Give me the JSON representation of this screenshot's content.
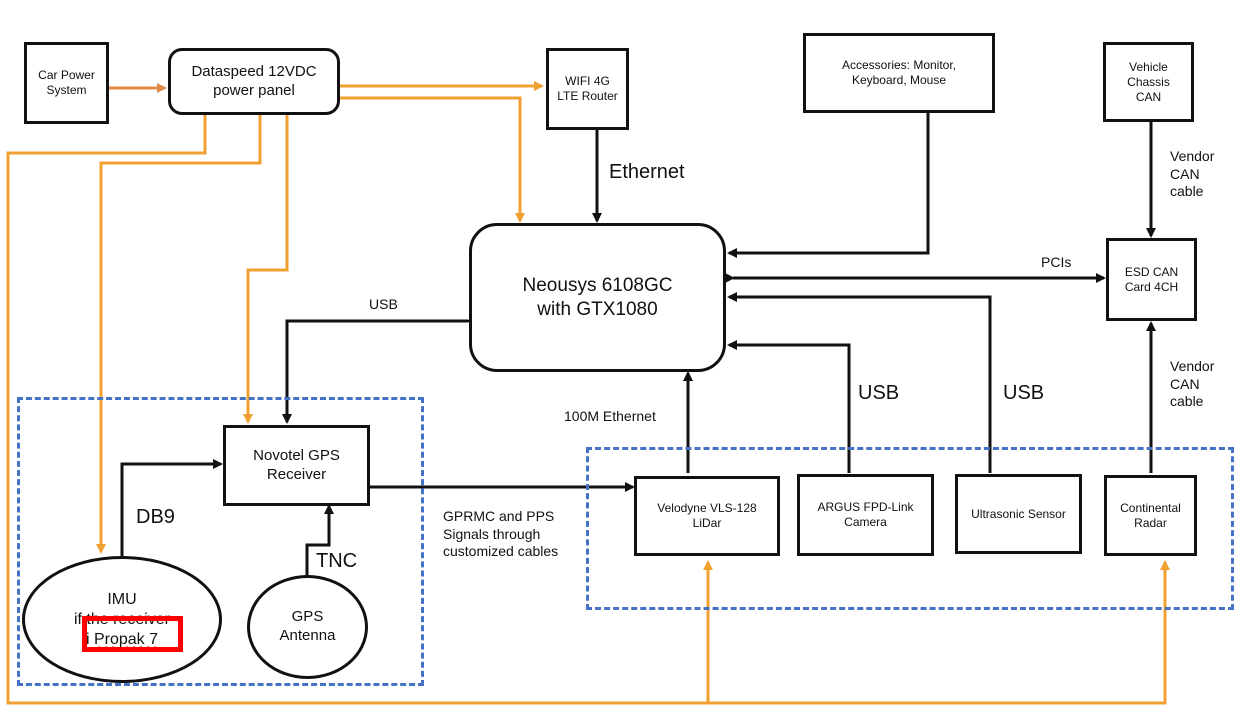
{
  "boxes": {
    "car_power": "Car Power\nSystem",
    "dataspeed": "Dataspeed 12VDC\npower panel",
    "wifi": "WIFI 4G\nLTE Router",
    "accessories": "Accessories: Monitor,\nKeyboard, Mouse",
    "vehicle_chassis": "Vehicle\nChassis\nCAN",
    "neousys": "Neousys 6108GC\nwith GTX1080",
    "esd_can": "ESD CAN\nCard 4CH",
    "novotel": "Novotel GPS\nReceiver",
    "velodyne": "Velodyne VLS-128\nLiDar",
    "argus": "ARGUS FPD-Link\nCamera",
    "ultrasonic": "Ultrasonic Sensor",
    "continental": "Continental\nRadar",
    "imu_line1": "IMU",
    "imu_line2": "if the receiver",
    "imu_line3_prefix": "i",
    "imu_line3_highlight": "Propak 7",
    "gps_antenna": "GPS\nAntenna"
  },
  "labels": {
    "ethernet": "Ethernet",
    "vendor_can_cable_top": "Vendor\nCAN\ncable",
    "vendor_can_cable_bottom": "Vendor\nCAN\ncable",
    "pcis": "PCIs",
    "usb_left": "USB",
    "usb_argus": "USB",
    "usb_ultrasonic": "USB",
    "ethernet_100m": "100M Ethernet",
    "db9": "DB9",
    "tnc": "TNC",
    "gprmc": "GPRMC and PPS\nSignals through\ncustomized cables"
  },
  "colors": {
    "signal_line": "#111111",
    "power_line": "#f0a030",
    "power_line_dark": "#e08a4a",
    "group_border": "#4472c4",
    "highlight": "#ff0000"
  }
}
